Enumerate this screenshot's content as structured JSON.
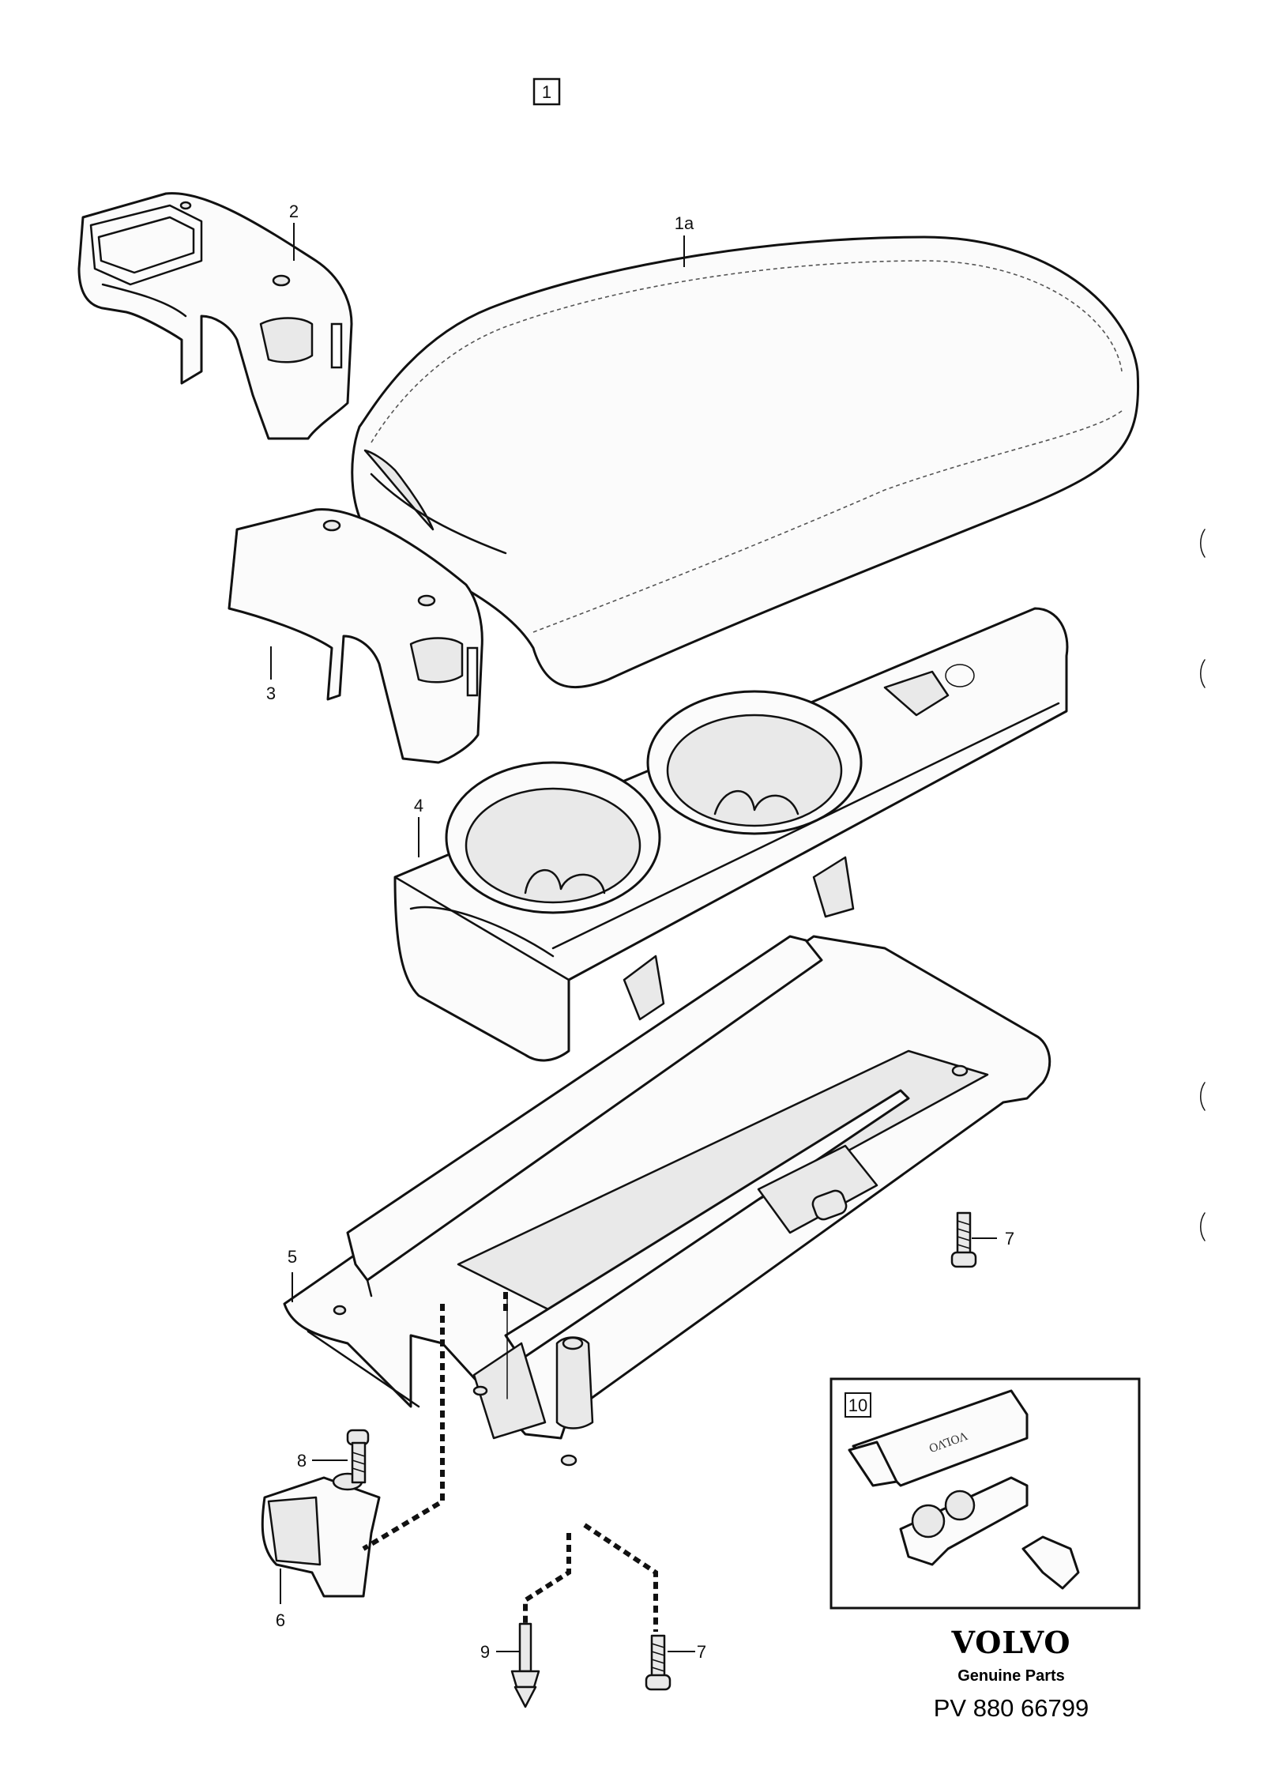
{
  "diagram": {
    "group_label": "1",
    "callouts": {
      "c1a": "1a",
      "c2": "2",
      "c3": "3",
      "c4": "4",
      "c5": "5",
      "c6": "6",
      "c7a": "7",
      "c7b": "7",
      "c8": "8",
      "c9": "9"
    },
    "inset": {
      "label": "10",
      "box_text": "VOLVO"
    },
    "brand": {
      "logo": "VOLVO",
      "subtitle": "Genuine Parts",
      "code": "PV 880 66799"
    }
  }
}
